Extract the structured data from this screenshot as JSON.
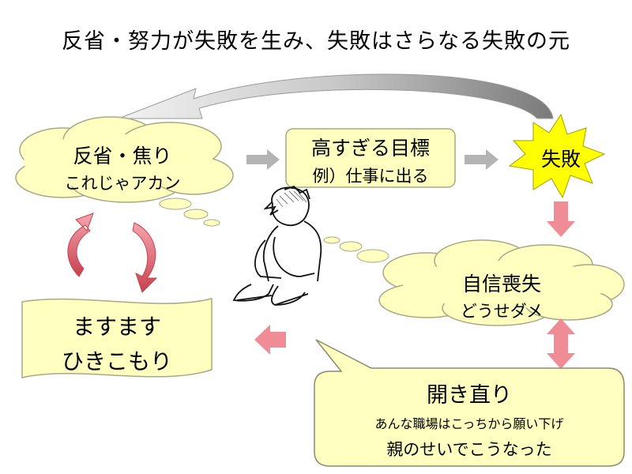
{
  "title": "反省・努力が失敗を生み、失敗はさらなる失敗の元",
  "nodes": {
    "reflection": {
      "label": "反省・焦り",
      "sub": "これじゃアカン"
    },
    "goal": {
      "label": "高すぎる目標",
      "sub": "例）仕事に出る"
    },
    "failure": {
      "label": "失敗"
    },
    "confidence": {
      "label": "自信喪失",
      "sub": "どうせダメ"
    },
    "withdrawal": {
      "line1": "ますます",
      "line2": "ひきこもり"
    },
    "defiance": {
      "label": "開き直り",
      "sub": "あんな職場はこっちから願い下げ",
      "sub2": "親のせいでこうなった"
    }
  },
  "colors": {
    "node_fill": "#ffffc0",
    "node_stroke": "#a8a884",
    "burst_fill": "#ffff00",
    "pink_arrow": "#f08c96",
    "gray_arrow": "#b4b4b4"
  }
}
